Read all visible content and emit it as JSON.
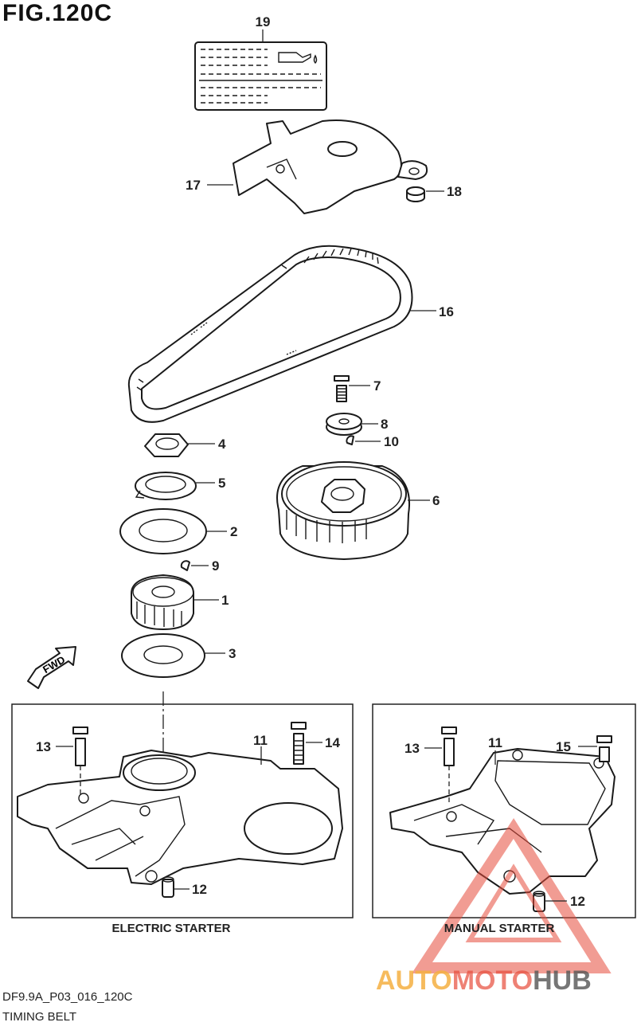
{
  "figure": {
    "title": "FIG.120C"
  },
  "footer": {
    "code": "DF9.9A_P03_016_120C",
    "caption": "TIMING BELT"
  },
  "arrow": {
    "label": "FWD"
  },
  "panels": {
    "left_caption": "ELECTRIC STARTER",
    "right_caption": "MANUAL STARTER"
  },
  "watermark": {
    "text_a": "AUTO",
    "text_b": "MOTO",
    "text_c": "HUB",
    "color_a": "#f5b041",
    "color_b": "#e74c3c",
    "color_c": "#555555"
  },
  "callouts": {
    "c19": "19",
    "c17": "17",
    "c18": "18",
    "c16": "16",
    "c7": "7",
    "c8": "8",
    "c10": "10",
    "c4": "4",
    "c5": "5",
    "c6": "6",
    "c2": "2",
    "c9": "9",
    "c1": "1",
    "c3": "3",
    "c13a": "13",
    "c11a": "11",
    "c14": "14",
    "c12a": "12",
    "c13b": "13",
    "c11b": "11",
    "c15": "15",
    "c12b": "12"
  }
}
